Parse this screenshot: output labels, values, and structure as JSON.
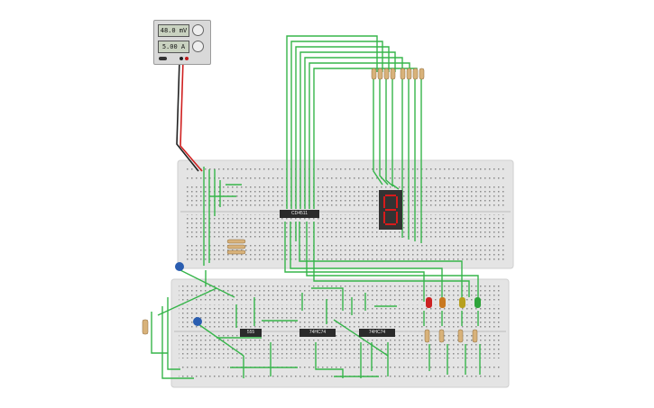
{
  "power_supply": {
    "voltage_display": "48.0 mV",
    "current_display": "5.00 A"
  },
  "chips": {
    "decoder": "CD4511",
    "timer": "555",
    "counter_left": "74HC74",
    "counter_right": "74HC74"
  },
  "led_colors": [
    "#cc2222",
    "#c87820",
    "#b7a01e",
    "#2ea33a"
  ],
  "colors": {
    "wire": "#36b54a",
    "breadboard": "#e4e4e4",
    "chip": "#2b2b2b",
    "segment_on": "#d81b1b",
    "capacitor": "#2a5db0"
  }
}
